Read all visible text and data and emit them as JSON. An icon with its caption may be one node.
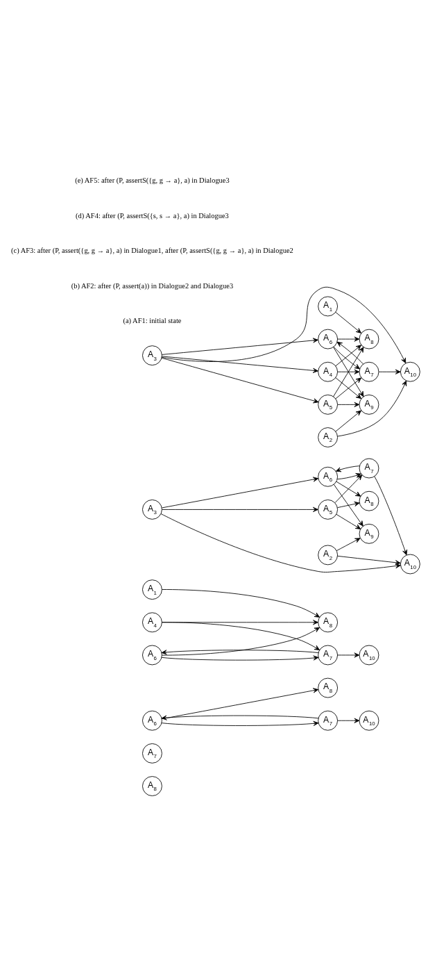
{
  "diagram": {
    "nodes": [
      {
        "text": [
          "A$_{8}$"
        ]
      },
      {
        "text": [
          "A$_{7}$"
        ]
      },
      {
        "text": [
          "A$_{8}$"
        ]
      },
      {
        "text": [
          "A$_{6}$"
        ]
      },
      {
        "text": [
          "A$_{7}$"
        ]
      },
      {
        "text": [
          "A$_{10}$"
        ]
      },
      {
        "text": [
          "A$_{1}$"
        ]
      },
      {
        "text": [
          "A$_{8}$"
        ]
      },
      {
        "text": [
          "A$_{6}$"
        ]
      },
      {
        "text": [
          "A$_{7}$"
        ]
      },
      {
        "text": [
          "A$_{10}$"
        ]
      },
      {
        "text": [
          "A$_{4}$"
        ]
      },
      {
        "text": [
          "A$_{3}$"
        ]
      },
      {
        "text": [
          "A$_{8}$"
        ]
      },
      {
        "text": [
          "A$_{6}$"
        ]
      },
      {
        "text": [
          "A$_{7}$"
        ]
      },
      {
        "text": [
          "A$_{10}$"
        ]
      },
      {
        "text": [
          "A$_{5}$"
        ]
      },
      {
        "text": [
          "A$_{2}$"
        ]
      },
      {
        "text": [
          "A$_{9}$"
        ]
      },
      {
        "text": [
          "A$_{3}$"
        ]
      },
      {
        "text": [
          "A$_{1}$"
        ]
      },
      {
        "text": [
          "A$_{8}$"
        ]
      },
      {
        "text": [
          "A$_{6}$"
        ]
      },
      {
        "text": [
          "A$_{7}$"
        ]
      },
      {
        "text": [
          "A$_{10}$"
        ]
      },
      {
        "text": [
          "A$_{4}$"
        ]
      },
      {
        "text": [
          "A$_{5}$"
        ]
      },
      {
        "text": [
          "A$_{2}$"
        ]
      },
      {
        "text": [
          "A$_{9}$"
        ]
      }
    ],
    "edges": [
      {
        "from": 3,
        "to": 2,
        "arrow": "to"
      },
      {
        "from": 3,
        "to": 4,
        "arrow": "to"
      },
      {
        "from": 4,
        "to": 3,
        "arrow": "to"
      },
      {
        "from": 4,
        "to": 5,
        "arrow": "to"
      },
      {
        "from": 6,
        "to": 7,
        "arrow": "to"
      },
      {
        "from": 8,
        "to": 7,
        "arrow": "to"
      },
      {
        "from": 8,
        "to": 9,
        "arrow": "to"
      },
      {
        "from": 9,
        "to": 8,
        "arrow": "to"
      },
      {
        "from": 9,
        "to": 10,
        "arrow": "to"
      },
      {
        "from": 11,
        "to": 7,
        "arrow": "to"
      },
      {
        "from": 11,
        "to": 9,
        "arrow": "to"
      },
      {
        "from": 12,
        "to": 14,
        "arrow": "to"
      },
      {
        "from": 12,
        "to": 16,
        "arrow": "to"
      },
      {
        "from": 12,
        "to": 17,
        "arrow": "to"
      },
      {
        "from": 14,
        "to": 13,
        "arrow": "to"
      },
      {
        "from": 14,
        "to": 15,
        "arrow": "to"
      },
      {
        "from": 15,
        "to": 14,
        "arrow": "to"
      },
      {
        "from": 15,
        "to": 16,
        "arrow": "to"
      },
      {
        "from": 17,
        "to": 13,
        "arrow": "to"
      },
      {
        "from": 17,
        "to": 15,
        "arrow": "to"
      },
      {
        "from": 14,
        "to": 19,
        "arrow": "to"
      },
      {
        "from": 17,
        "to": 19,
        "arrow": "to"
      },
      {
        "from": 18,
        "to": 19,
        "arrow": "to"
      },
      {
        "from": 18,
        "to": 16,
        "arrow": "to"
      },
      {
        "from": 20,
        "to": 26,
        "arrow": "to"
      },
      {
        "from": 20,
        "to": 27,
        "arrow": "to"
      },
      {
        "from": 20,
        "to": 23,
        "arrow": "to"
      },
      {
        "from": 20,
        "to": 25,
        "arrow": "to"
      },
      {
        "from": 21,
        "to": 22,
        "arrow": "to"
      },
      {
        "from": 23,
        "to": 22,
        "arrow": "to"
      },
      {
        "from": 23,
        "to": 24,
        "arrow": "to"
      },
      {
        "from": 24,
        "to": 23,
        "arrow": "to"
      },
      {
        "from": 24,
        "to": 25,
        "arrow": "to"
      },
      {
        "from": 26,
        "to": 22,
        "arrow": "to"
      },
      {
        "from": 26,
        "to": 24,
        "arrow": "to"
      },
      {
        "from": 26,
        "to": 29,
        "arrow": "to"
      },
      {
        "from": 27,
        "to": 22,
        "arrow": "to"
      },
      {
        "from": 27,
        "to": 24,
        "arrow": "to"
      },
      {
        "from": 27,
        "to": 29,
        "arrow": "to"
      },
      {
        "from": 23,
        "to": 29,
        "arrow": "to"
      },
      {
        "from": 28,
        "to": 29,
        "arrow": "to"
      },
      {
        "from": 28,
        "to": 25,
        "arrow": "to"
      }
    ],
    "labels": [
      "(a) AF1: initial state",
      "(b) AF2: after (P, assert(a)) in Dialogue2 and Dialogue3",
      "(c) AF3: after (P, assert({g, g → a}, a) in Dialogue1, after (P, assertS({g, g → a}, a) in Dialogue2",
      "(d) AF4: after (P, assertS({s, s → a}, a) in Dialogue3",
      "(e) AF5: after (P, assertS({g, g → a}, a) in Dialogue3"
    ]
  }
}
